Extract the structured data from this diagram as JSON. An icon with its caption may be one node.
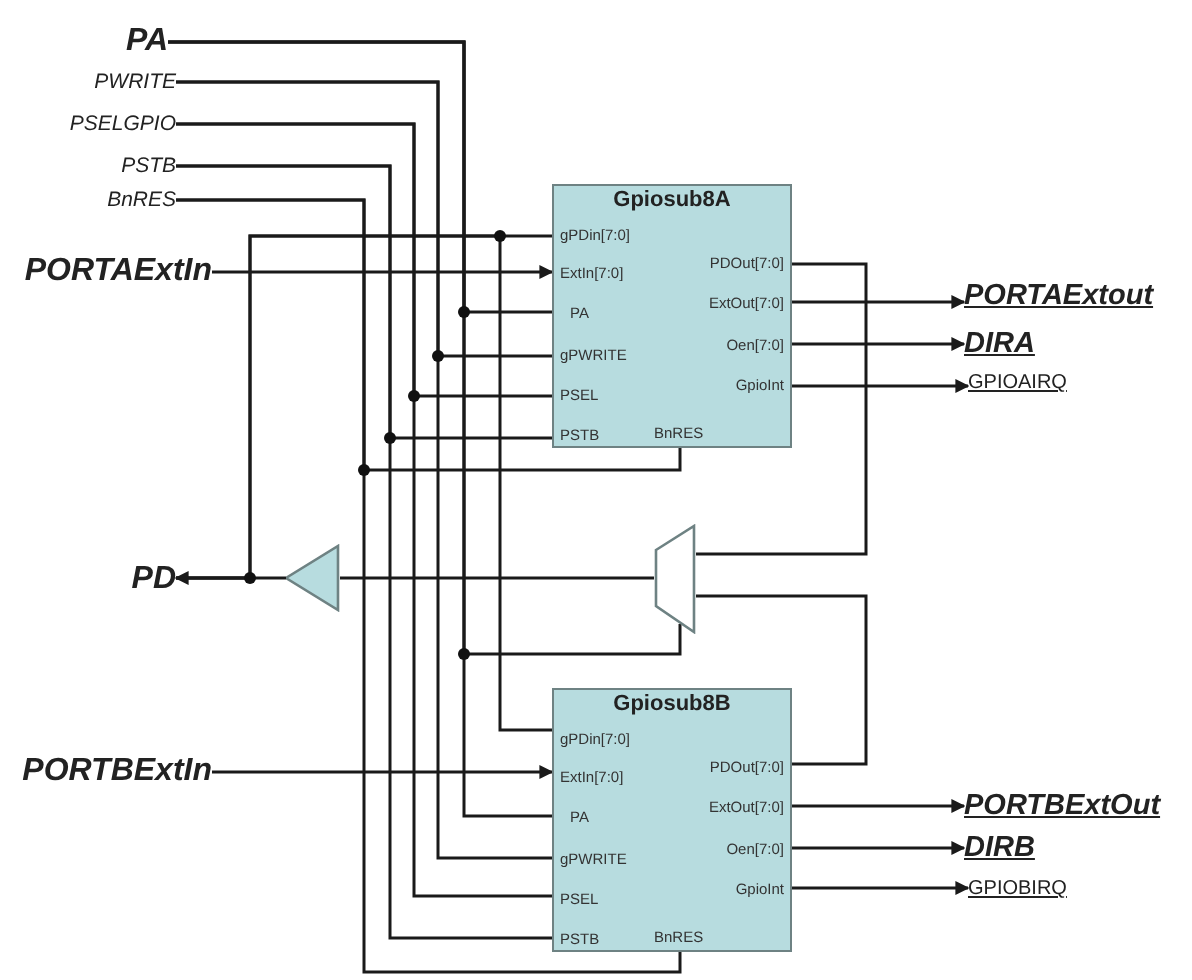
{
  "diagram": {
    "nodes": [
      {
        "text": [
          "PA"
        ]
      },
      {
        "text": [
          "PWRITE"
        ]
      },
      {
        "text": [
          "PSELGPIO"
        ]
      },
      {
        "text": [
          "PSTB"
        ]
      },
      {
        "text": [
          "BnRES"
        ]
      },
      {
        "text": [
          "PORTAExtIn"
        ]
      },
      {
        "text": [
          "Gpiosub8A",
          "gPDin[7:0]",
          "ExtIn[7:0]",
          "PA",
          "gPWRITE",
          "PSEL",
          "PSTB",
          "BnRES",
          "PDOut[7:0]",
          "ExtOut[7:0]",
          "Oen[7:0]",
          "GpioInt"
        ]
      },
      {
        "text": [
          "PORTAExtout"
        ]
      },
      {
        "text": [
          "DIRA"
        ]
      },
      {
        "text": [
          "GPIOAIRQ"
        ]
      },
      {
        "text": [
          "PD"
        ]
      },
      {
        "text": [],
        "shape": "triangle"
      },
      {
        "text": [],
        "shape": "trapezoid"
      },
      {
        "text": [
          "PORTBExtIn"
        ]
      },
      {
        "text": [
          "Gpiosub8B",
          "gPDin[7:0]",
          "ExtIn[7:0]",
          "PA",
          "gPWRITE",
          "PSEL",
          "PSTB",
          "BnRES",
          "PDOut[7:0]",
          "ExtOut[7:0]",
          "Oen[7:0]",
          "GpioInt"
        ]
      },
      {
        "text": [
          "PORTBExtOut"
        ]
      },
      {
        "text": [
          "DIRB"
        ]
      },
      {
        "text": [
          "GPIOBIRQ"
        ]
      }
    ],
    "edges": [
      {
        "from": 0,
        "to": 6,
        "arrow": "none"
      },
      {
        "from": 0,
        "to": 14,
        "arrow": "none"
      },
      {
        "from": 1,
        "to": 6,
        "arrow": "none"
      },
      {
        "from": 1,
        "to": 14,
        "arrow": "none"
      },
      {
        "from": 2,
        "to": 6,
        "arrow": "none"
      },
      {
        "from": 2,
        "to": 14,
        "arrow": "none"
      },
      {
        "from": 3,
        "to": 6,
        "arrow": "none"
      },
      {
        "from": 3,
        "to": 14,
        "arrow": "none"
      },
      {
        "from": 4,
        "to": 6,
        "arrow": "none"
      },
      {
        "from": 4,
        "to": 14,
        "arrow": "none"
      },
      {
        "from": 5,
        "to": 6,
        "arrow": "to"
      },
      {
        "from": 6,
        "to": 7,
        "arrow": "to"
      },
      {
        "from": 6,
        "to": 8,
        "arrow": "to"
      },
      {
        "from": 6,
        "to": 9,
        "arrow": "to"
      },
      {
        "from": 6,
        "to": 12,
        "arrow": "none"
      },
      {
        "from": 14,
        "to": 12,
        "arrow": "none"
      },
      {
        "from": 12,
        "to": 11,
        "arrow": "none"
      },
      {
        "from": 0,
        "to": 12,
        "arrow": "none"
      },
      {
        "from": 11,
        "to": 10,
        "arrow": "to"
      },
      {
        "from": 10,
        "to": 6,
        "arrow": "none"
      },
      {
        "from": 10,
        "to": 14,
        "arrow": "none"
      },
      {
        "from": 13,
        "to": 14,
        "arrow": "to"
      },
      {
        "from": 14,
        "to": 15,
        "arrow": "to"
      },
      {
        "from": 14,
        "to": 16,
        "arrow": "to"
      },
      {
        "from": 14,
        "to": 17,
        "arrow": "to"
      }
    ]
  }
}
